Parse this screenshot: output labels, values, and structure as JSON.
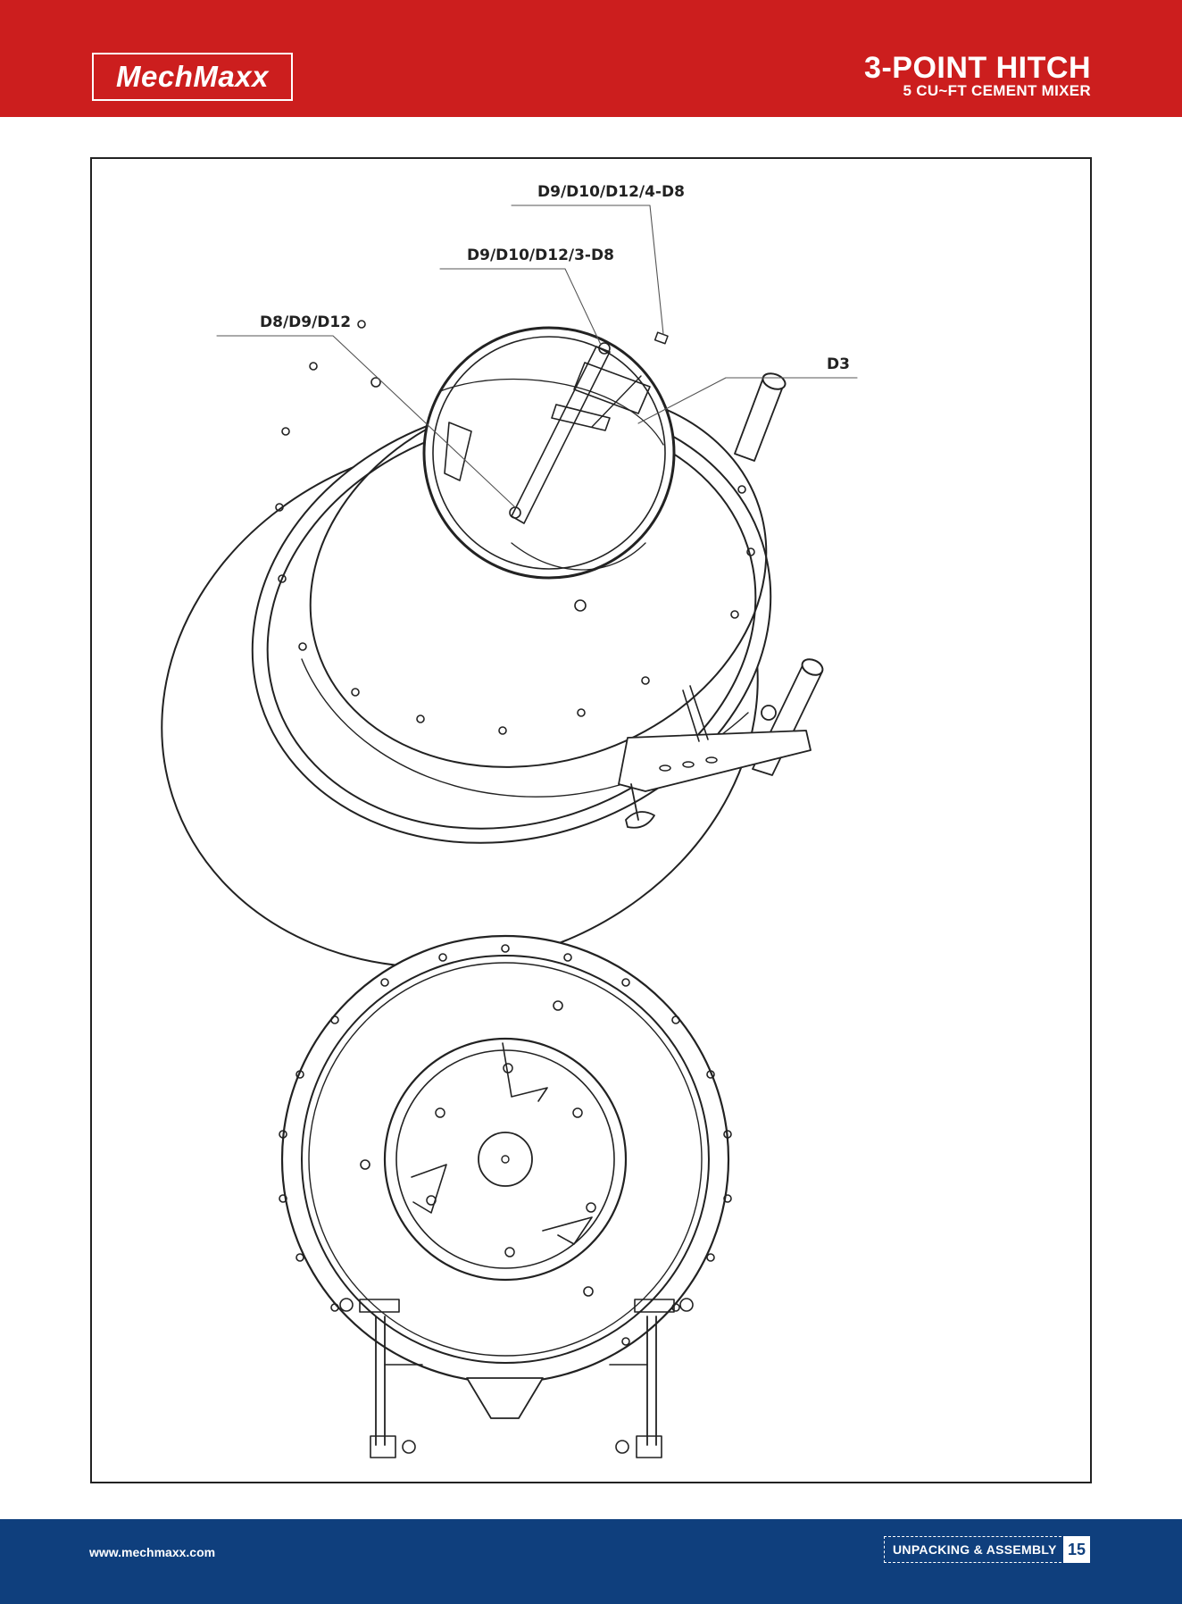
{
  "header": {
    "brand": "MechMaxx",
    "title": "3-POINT HITCH",
    "subtitle": "5 CU~FT CEMENT MIXER",
    "colors": {
      "header_bg": "#cc1e1e",
      "footer_bg": "#0f3f7d"
    }
  },
  "figure": {
    "callouts": {
      "top": "D9/D10/D12/4-D8",
      "second": "D9/D10/D12/3-D8",
      "left": "D8/D9/D12",
      "right": "D3"
    }
  },
  "footer": {
    "website": "www.mechmaxx.com",
    "section": "UNPACKING & ASSEMBLY",
    "page": "15"
  }
}
